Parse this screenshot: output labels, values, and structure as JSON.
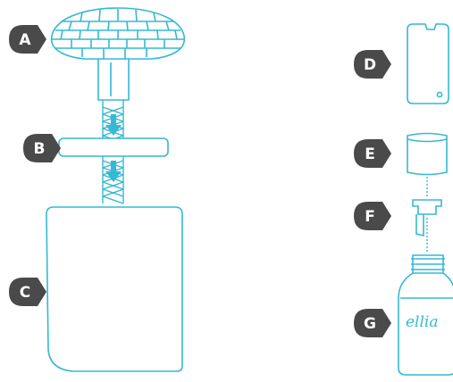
{
  "labels": {
    "a": "A",
    "b": "B",
    "c": "C",
    "d": "D",
    "e": "E",
    "f": "F",
    "g": "G"
  },
  "bottle_text": "ellia",
  "colors": {
    "outline": "#35b8d3",
    "badge": "#4a4a4a",
    "badge_text": "#ffffff",
    "arrow": "#35b8d3"
  }
}
